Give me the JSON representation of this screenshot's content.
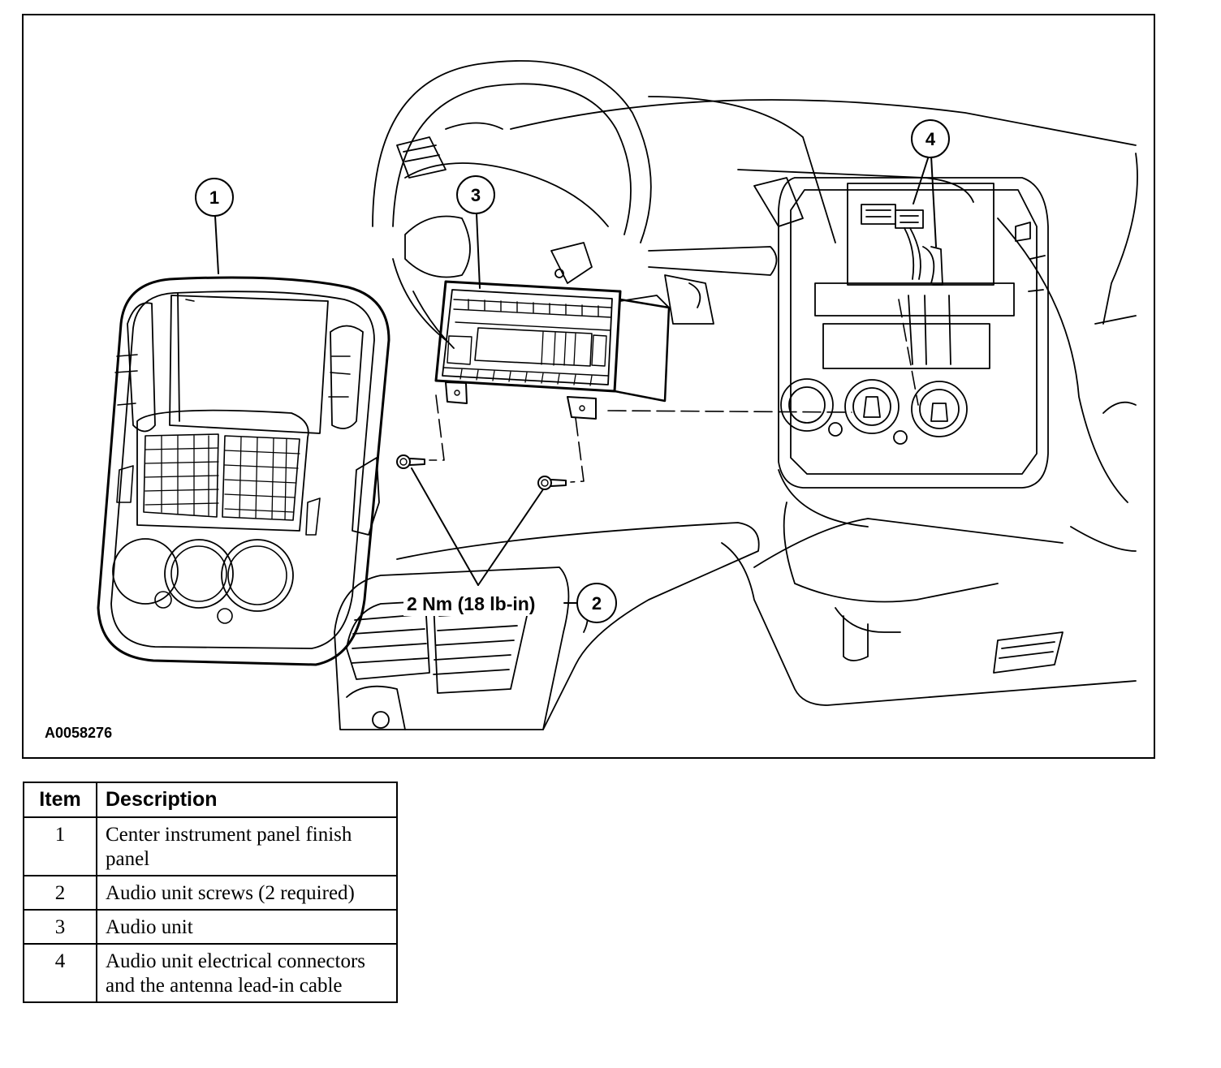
{
  "figure": {
    "id_label": "A0058276",
    "torque_label": "2 Nm (18 lb-in)",
    "callouts": [
      "1",
      "2",
      "3",
      "4"
    ]
  },
  "legend": {
    "headers": {
      "item": "Item",
      "description": "Description"
    },
    "rows": [
      {
        "item": "1",
        "description": "Center instrument panel finish panel"
      },
      {
        "item": "2",
        "description": "Audio unit screws (2 required)"
      },
      {
        "item": "3",
        "description": "Audio unit"
      },
      {
        "item": "4",
        "description": "Audio unit electrical connectors and the antenna lead-in cable"
      }
    ]
  }
}
